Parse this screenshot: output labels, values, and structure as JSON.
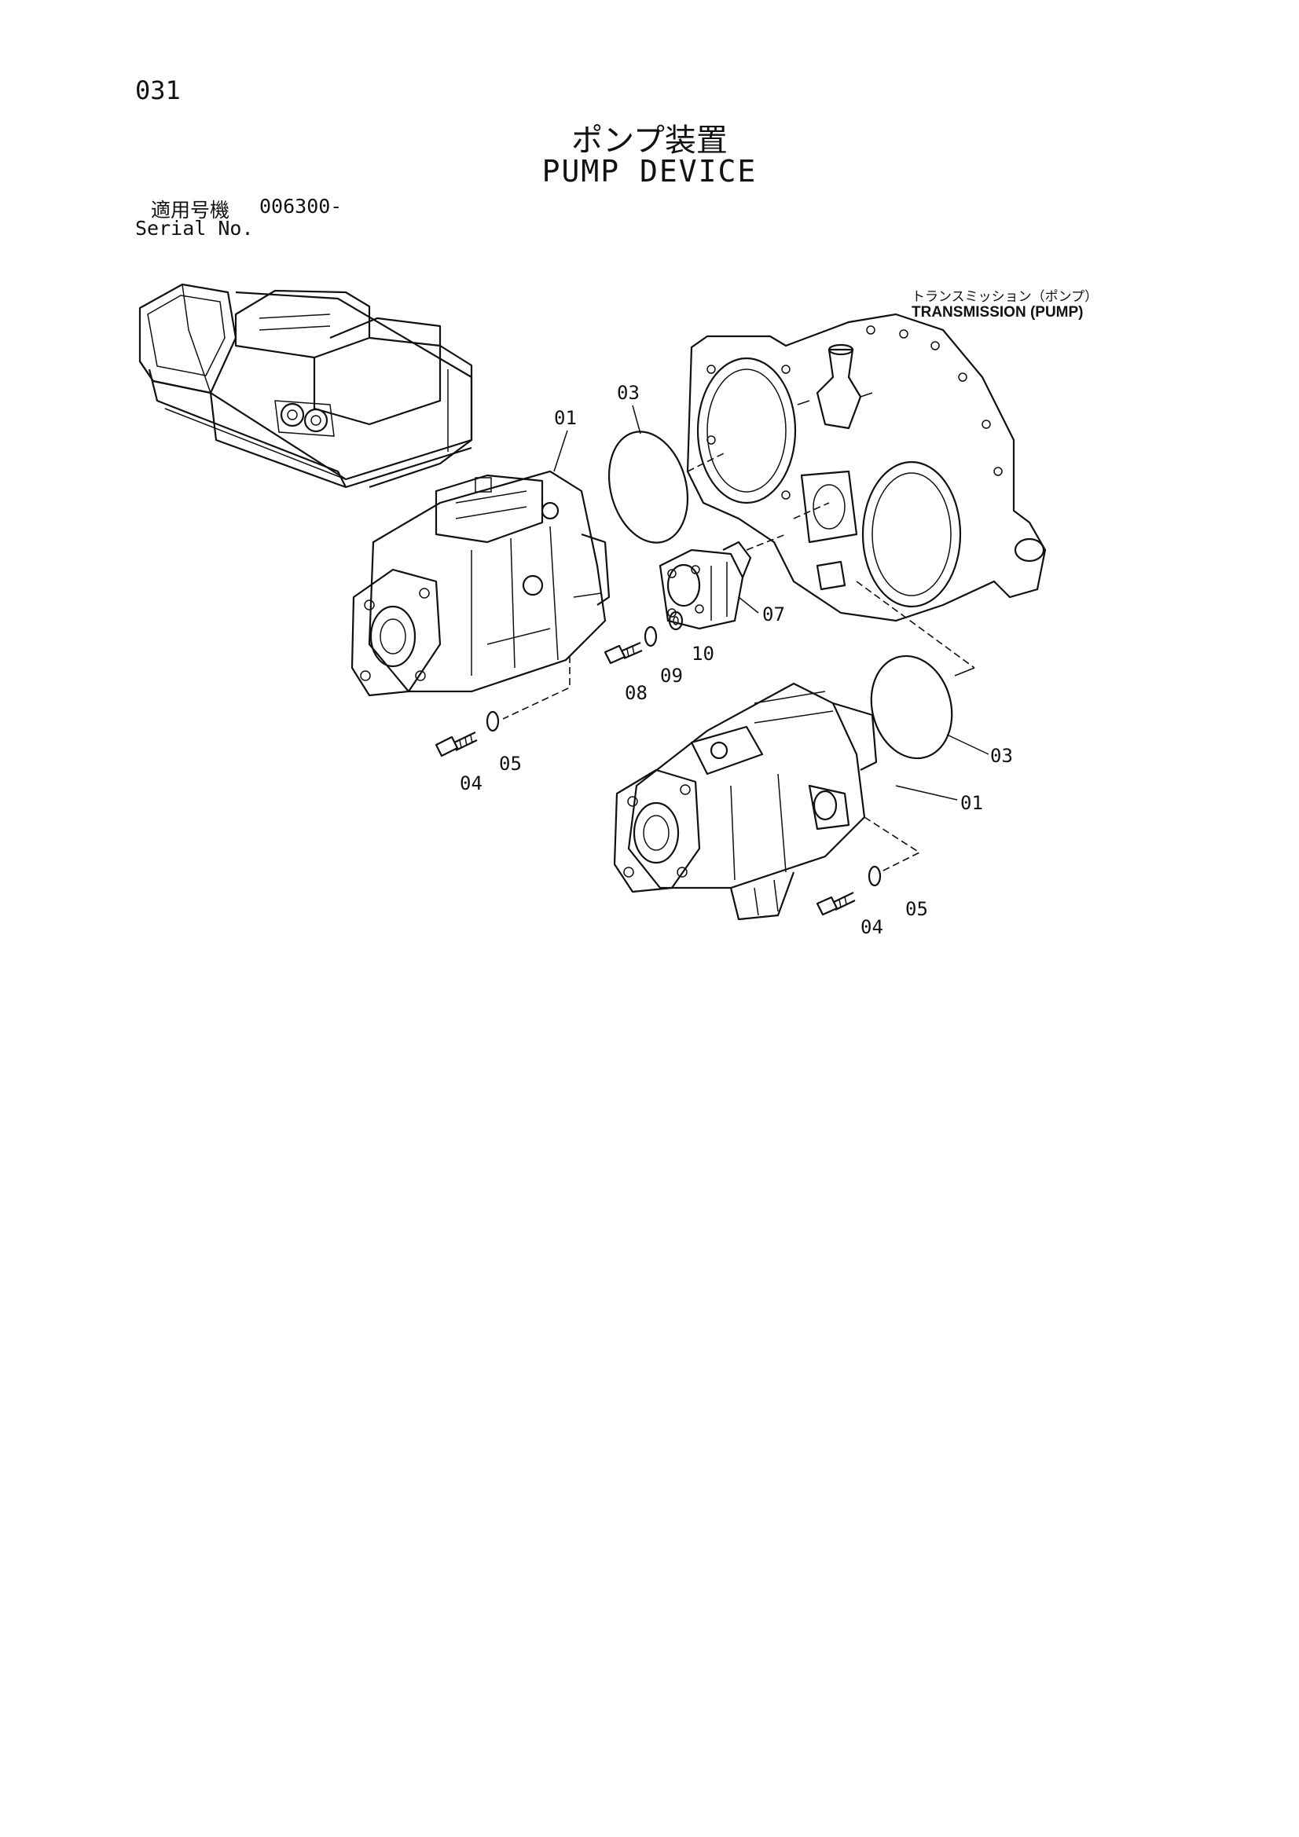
{
  "header": {
    "page_number": "031",
    "title_jp": "ポンプ装置",
    "title_en": "PUMP DEVICE",
    "serial_label_jp": "適用号機",
    "serial_label_en": "Serial No.",
    "serial_value": "006300-"
  },
  "diagram": {
    "transmission_label_jp": "トランスミッション（ポンプ）",
    "transmission_label_en": "TRANSMISSION (PUMP)",
    "callouts": [
      "01",
      "03",
      "07",
      "08",
      "09",
      "10",
      "04",
      "05",
      "03",
      "01",
      "05",
      "04"
    ],
    "components": [
      "excavator-overview",
      "main-pump-upper",
      "main-pump-lower",
      "pilot-pump",
      "transmission-housing",
      "o-ring",
      "bolt",
      "washer"
    ]
  }
}
